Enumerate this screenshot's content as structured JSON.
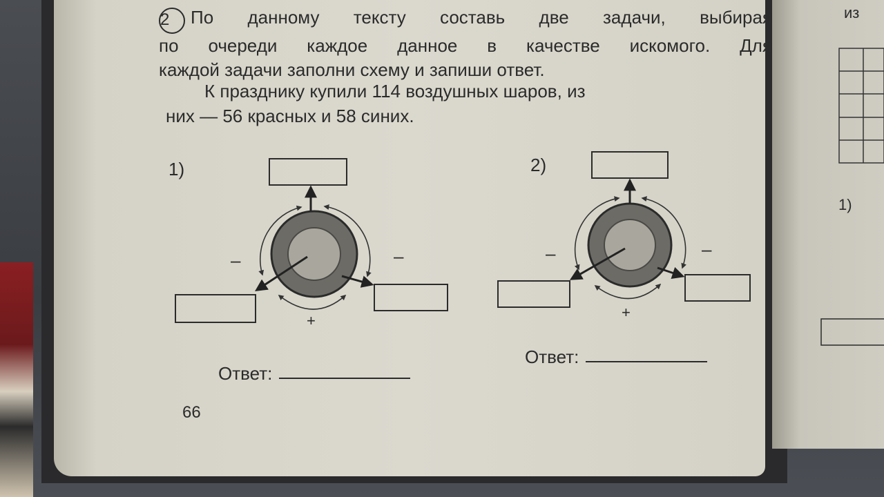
{
  "task": {
    "number": "2",
    "lines": [
      "По данному тексту составь две задачи, выбирая",
      "по очереди каждое данное в качестве искомого. Для",
      "каждой задачи заполни схему и запиши ответ."
    ]
  },
  "condition": {
    "lines": [
      "К празднику купили 114 воздушных шаров, из",
      "них — 56 красных и 58 синих."
    ]
  },
  "schemes": [
    {
      "label": "1)",
      "minus_left": "–",
      "minus_right": "–",
      "plus": "+",
      "answer_label": "Ответ:"
    },
    {
      "label": "2)",
      "minus_left": "–",
      "minus_right": "–",
      "plus": "+",
      "answer_label": "Ответ:"
    }
  ],
  "page_number": "66",
  "right_page": {
    "top_text": "из",
    "label": "1)"
  }
}
